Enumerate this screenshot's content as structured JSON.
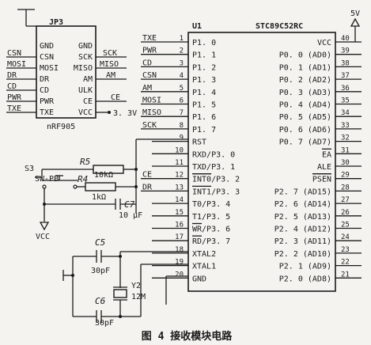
{
  "caption": "图 4  接收模块电路",
  "header": {
    "ref": "JP3",
    "left_pins": [
      "GND",
      "CSN",
      "MOSI",
      "DR",
      "CD",
      "PWR",
      "TXE"
    ],
    "right_pins": [
      "GND",
      "SCK",
      "MISO",
      "AM",
      "ULK",
      "CE",
      "VCC"
    ],
    "module": "nRF905",
    "left_nets": [
      "CSN",
      "MOSI",
      "DR",
      "CD",
      "PWR",
      "TXE"
    ],
    "right_nets": [
      "SCK",
      "MISO",
      "AM",
      "CE"
    ],
    "vcc_label": "3. 3V"
  },
  "mcu": {
    "ref": "U1",
    "part": "STC89C52RC",
    "supply_label": "5V",
    "left_pins": [
      {
        "num": "1",
        "name": "P1. 0",
        "net": "TXE"
      },
      {
        "num": "2",
        "name": "P1. 1",
        "net": "PWR"
      },
      {
        "num": "3",
        "name": "P1. 2",
        "net": "CD"
      },
      {
        "num": "4",
        "name": "P1. 3",
        "net": "CSN"
      },
      {
        "num": "5",
        "name": "P1. 4",
        "net": "AM"
      },
      {
        "num": "6",
        "name": "P1. 5",
        "net": "MOSI"
      },
      {
        "num": "7",
        "name": "P1. 6",
        "net": "MISO"
      },
      {
        "num": "8",
        "name": "P1. 7",
        "net": "SCK"
      },
      {
        "num": "9",
        "name": "RST",
        "net": ""
      },
      {
        "num": "10",
        "name": "RXD/P3. 0",
        "net": ""
      },
      {
        "num": "11",
        "name": "TXD/P3. 1",
        "net": ""
      },
      {
        "num": "12",
        "name": "INT0/P3. 2",
        "net": "CE"
      },
      {
        "num": "13",
        "name": "INT1/P3. 3",
        "net": "DR"
      },
      {
        "num": "14",
        "name": "T0/P3. 4",
        "net": ""
      },
      {
        "num": "15",
        "name": "T1/P3. 5",
        "net": ""
      },
      {
        "num": "16",
        "name": "WR/P3. 6",
        "net": ""
      },
      {
        "num": "17",
        "name": "RD/P3. 7",
        "net": ""
      },
      {
        "num": "18",
        "name": "XTAL2",
        "net": ""
      },
      {
        "num": "19",
        "name": "XTAL1",
        "net": ""
      },
      {
        "num": "20",
        "name": "GND",
        "net": ""
      }
    ],
    "right_pins": [
      {
        "num": "40",
        "name": "VCC"
      },
      {
        "num": "39",
        "name": "P0. 0 (AD0)"
      },
      {
        "num": "38",
        "name": "P0. 1 (AD1)"
      },
      {
        "num": "37",
        "name": "P0. 2 (AD2)"
      },
      {
        "num": "36",
        "name": "P0. 3 (AD3)"
      },
      {
        "num": "35",
        "name": "P0. 4 (AD4)"
      },
      {
        "num": "34",
        "name": "P0. 5 (AD5)"
      },
      {
        "num": "33",
        "name": "P0. 6 (AD6)"
      },
      {
        "num": "32",
        "name": "P0. 7 (AD7)"
      },
      {
        "num": "31",
        "name": "EA"
      },
      {
        "num": "30",
        "name": "ALE"
      },
      {
        "num": "29",
        "name": "PSEN"
      },
      {
        "num": "28",
        "name": "P2. 7 (AD15)"
      },
      {
        "num": "27",
        "name": "P2. 6 (AD14)"
      },
      {
        "num": "26",
        "name": "P2. 5 (AD13)"
      },
      {
        "num": "25",
        "name": "P2. 4 (AD12)"
      },
      {
        "num": "24",
        "name": "P2. 3 (AD11)"
      },
      {
        "num": "23",
        "name": "P2. 2 (AD10)"
      },
      {
        "num": "22",
        "name": "P2. 1 (AD9)"
      },
      {
        "num": "21",
        "name": "P2. 0 (AD8)"
      }
    ]
  },
  "reset": {
    "switch_ref": "S3",
    "switch_type": "SW-PB",
    "r5_ref": "R5",
    "r5_value": "10kΩ",
    "r4_ref": "R4",
    "r4_value": "1kΩ",
    "c7_ref": "C7",
    "c7_value": "10 μF",
    "vcc_label": "VCC"
  },
  "clock": {
    "c5_ref": "C5",
    "c5_value": "30pF",
    "c6_ref": "C6",
    "c6_value": "30pF",
    "y_ref": "Y2",
    "y_value": "12M"
  }
}
